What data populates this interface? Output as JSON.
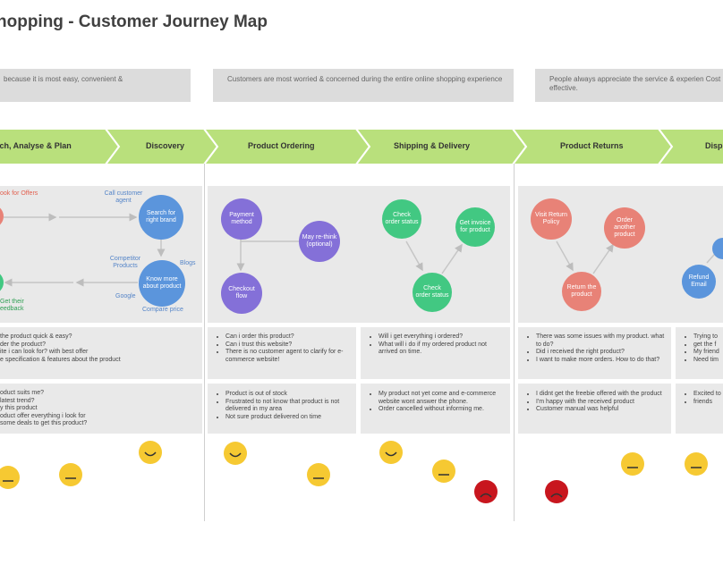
{
  "title": "hopping - Customer Journey Map",
  "quotes": [
    "because it is most easy, convenient &",
    "Customers are most worried & concerned during the entire online shopping experience",
    "People always appreciate the service & experien Cost effective."
  ],
  "stages": [
    "rch, Analyse & Plan",
    "Discovery",
    "Product Ordering",
    "Shipping & Delivery",
    "Product Returns",
    "Disp"
  ],
  "colors": {
    "band": "#b9e07c",
    "panel": "#e9e9e9",
    "arrows": "#bdbdbd",
    "happy": "#f6c932",
    "sad": "#c8161e"
  },
  "diagram": {
    "discovery": {
      "nodes": [
        "Search for right brand",
        "Know more about product"
      ],
      "labels": [
        "ook for Offers",
        "Call customer agent",
        "Competitor Products",
        "Blogs",
        "Google",
        "Compare price",
        "Get their eedback"
      ]
    },
    "ordering": {
      "nodes": [
        "Payment method",
        "May re-think (optional)",
        "Checkout flow"
      ]
    },
    "shipping": {
      "nodes": [
        "Check order status",
        "Get invoice for product",
        "Check order status"
      ]
    },
    "returns": {
      "nodes": [
        "Visit Return Policy",
        "Order another product",
        "Return the product",
        "Refund Email"
      ]
    }
  },
  "questions": {
    "col1": [
      " the product quick & easy?",
      "der the product?",
      "ite i can look for? with best offer",
      "e specification & features about the product"
    ],
    "col2": [
      "Can i order this product?",
      "Can i trust this website?",
      "There is no customer agent to clarify for e-commerce website!"
    ],
    "col3": [
      "Will i get everything i ordered?",
      "What will i do if my ordered product not arrived on time."
    ],
    "col4": [
      "There was some issues with my product. what to do?",
      "Did i received the right product?",
      "I want to make more orders. How to do that?"
    ],
    "col5": [
      "Trying to",
      "get the f",
      "My friend",
      "Need tim"
    ]
  },
  "feelings": {
    "col1": [
      "oduct suits me?",
      "latest trend?",
      "y this product",
      "oduct offer everything i look for",
      "some deals to get this product?"
    ],
    "col2": [
      "Product is out of stock",
      "Frustrated to not know that product is not delivered in my area",
      "Not sure product delivered on time"
    ],
    "col3": [
      "My product not yet come and e-commerce website wont answer the phone.",
      "Order cancelled without informing me."
    ],
    "col4": [
      "I didnt get the freebie offered with the product",
      "I'm happy with the received product",
      "Customer manual was helpful"
    ],
    "col5": [
      "Excited to",
      "friends"
    ]
  }
}
